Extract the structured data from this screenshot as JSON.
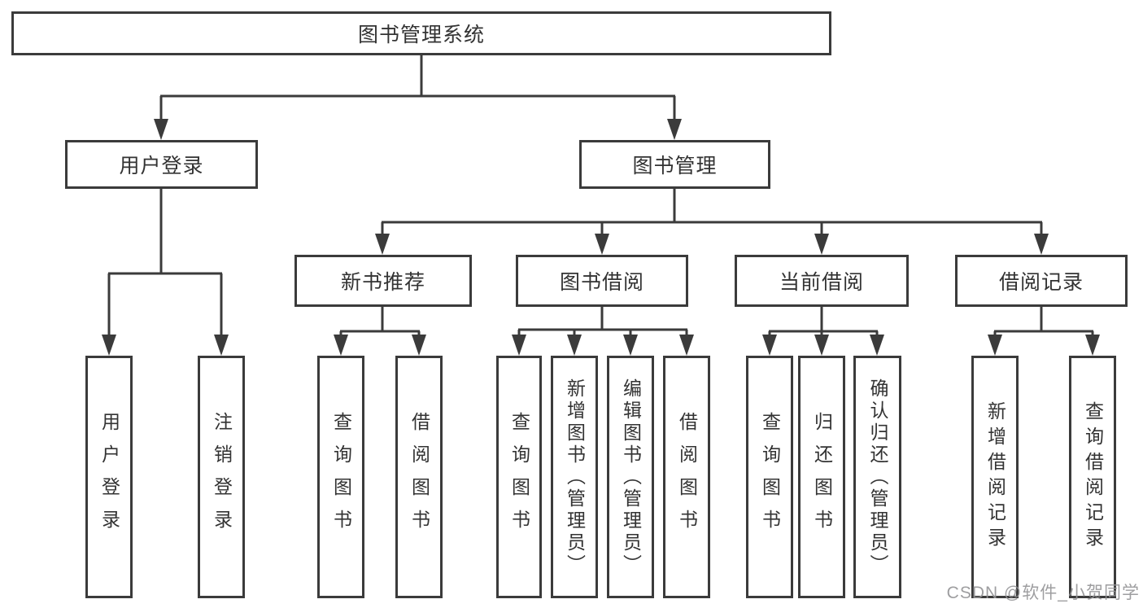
{
  "tree": {
    "label": "图书管理系统",
    "children": [
      {
        "label": "用户登录",
        "children": [
          {
            "label": "用户登录"
          },
          {
            "label": "注销登录"
          }
        ]
      },
      {
        "label": "图书管理",
        "children": [
          {
            "label": "新书推荐",
            "children": [
              {
                "label": "查询图书"
              },
              {
                "label": "借阅图书"
              }
            ]
          },
          {
            "label": "图书借阅",
            "children": [
              {
                "label": "查询图书"
              },
              {
                "label": "新增图书（管理员）"
              },
              {
                "label": "编辑图书（管理员）"
              },
              {
                "label": "借阅图书"
              }
            ]
          },
          {
            "label": "当前借阅",
            "children": [
              {
                "label": "查询图书"
              },
              {
                "label": "归还图书"
              },
              {
                "label": "确认归还（管理员）"
              }
            ]
          },
          {
            "label": "借阅记录",
            "children": [
              {
                "label": "新增借阅记录"
              },
              {
                "label": "查询借阅记录"
              }
            ]
          }
        ]
      }
    ]
  },
  "watermark": {
    "text": "CSDN @软件_小贺同学"
  },
  "colors": {
    "line": "#3b3b3b",
    "text": "#333333",
    "box_background": "#ffffff",
    "page_background": "#ffffff",
    "watermark": "#949496"
  }
}
